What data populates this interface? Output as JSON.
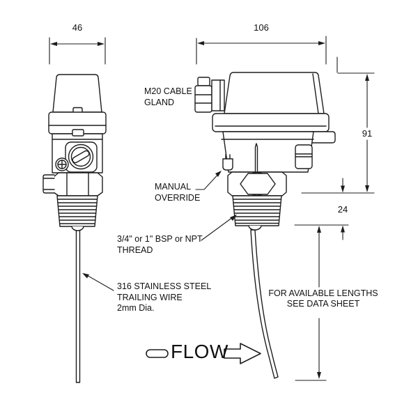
{
  "views": {
    "left_view": {
      "width_dim": "46"
    },
    "right_view": {
      "width_dim": "106",
      "height_dim": "91",
      "thread_length_dim": "24"
    }
  },
  "annotations": {
    "cable_gland": [
      "M20 CABLE",
      "GLAND"
    ],
    "manual_override": [
      "MANUAL",
      "OVERRIDE"
    ],
    "thread": [
      "3/4\" or 1\" BSP or NPT",
      "THREAD"
    ],
    "trailing_wire": [
      "316 STAINLESS STEEL",
      "TRAILING WIRE",
      "2mm Dia."
    ],
    "available_lengths": [
      "FOR AVAILABLE LENGTHS",
      "SEE DATA SHEET"
    ],
    "flow": "FLOW"
  },
  "colors": {
    "line": "#1d1d1d",
    "background": "#ffffff",
    "text": "#111111"
  }
}
